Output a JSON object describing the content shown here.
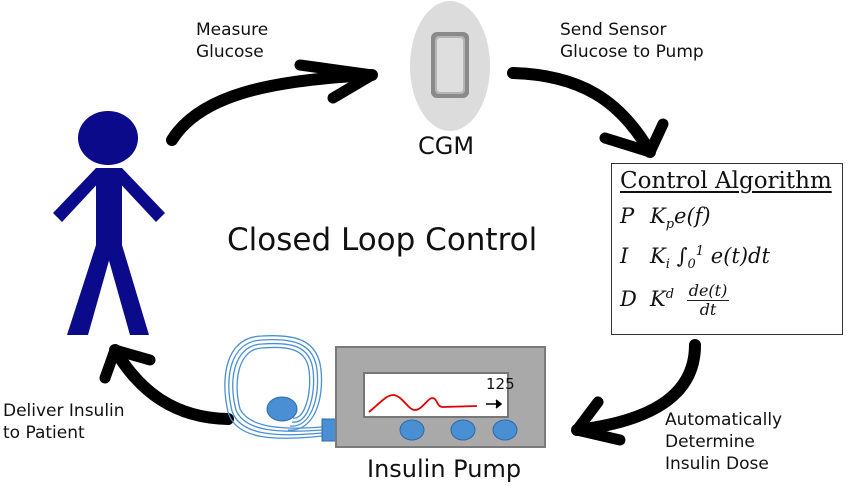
{
  "title": "Closed Loop Control",
  "nodes": {
    "patient": {
      "label": "",
      "icon": "person-icon",
      "color": "#0a0a8a"
    },
    "cgm": {
      "label": "CGM",
      "icon": "cgm-sensor-icon"
    },
    "algorithm": {
      "title": "Control Algorithm",
      "terms": [
        {
          "key": "P",
          "expr": "K_p e(f)"
        },
        {
          "key": "I",
          "expr": "K_i ∫_0^1 e(t)dt"
        },
        {
          "key": "D",
          "expr": "K^d de(t)/dt"
        }
      ],
      "p_key": "P",
      "p_k": "K",
      "p_sub": "p",
      "p_rest": "e(f)",
      "i_key": "I",
      "i_k": "K",
      "i_sub": "i",
      "i_int": "∫",
      "i_upper": "1",
      "i_lower": "0",
      "i_rest": "e(t)dt",
      "d_key": "D",
      "d_k": "K",
      "d_sup": "d",
      "d_num": "de(t)",
      "d_den": "dt"
    },
    "pump": {
      "label": "Insulin Pump",
      "display_value": "125",
      "trend": "→",
      "trace_color": "#e00000",
      "button_color": "#4a8fd4"
    }
  },
  "edges": [
    {
      "from": "patient",
      "to": "cgm",
      "label_lines": [
        "Measure",
        "Glucose"
      ]
    },
    {
      "from": "cgm",
      "to": "algorithm",
      "label_lines": [
        "Send Sensor",
        "Glucose to Pump"
      ]
    },
    {
      "from": "algorithm",
      "to": "pump",
      "label_lines": [
        "Automatically",
        "Determine",
        "Insulin Dose"
      ]
    },
    {
      "from": "pump",
      "to": "patient",
      "label_lines": [
        "Deliver Insulin",
        "to Patient"
      ]
    }
  ]
}
